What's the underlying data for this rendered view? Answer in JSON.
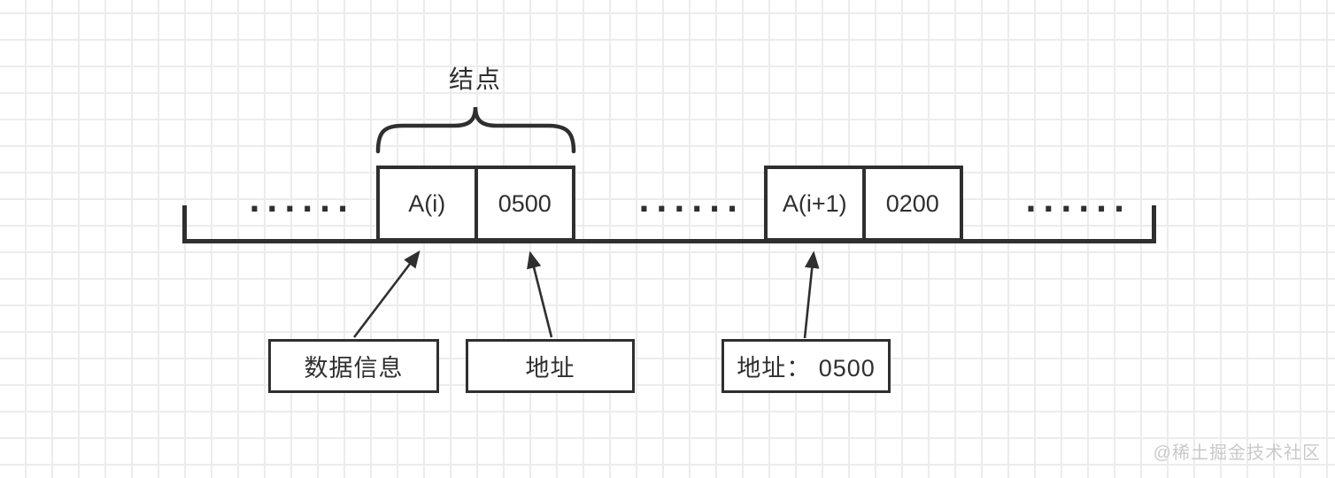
{
  "diagram": {
    "brace_label": "结点",
    "strip": {
      "ellipsis_left": "......",
      "ellipsis_middle": "......",
      "ellipsis_right": "......",
      "nodes": [
        {
          "data_field": "A(i)",
          "pointer_field": "0500"
        },
        {
          "data_field": "A(i+1)",
          "pointer_field": "0200"
        }
      ]
    },
    "callouts": [
      {
        "label": "数据信息"
      },
      {
        "label": "地址"
      },
      {
        "label": "地址： 0500"
      }
    ],
    "watermark": "@稀土掘金技术社区",
    "colors": {
      "stroke": "#2f2f2f",
      "grid": "#ececec",
      "watermark": "#c9c9c9",
      "background": "#ffffff"
    }
  }
}
